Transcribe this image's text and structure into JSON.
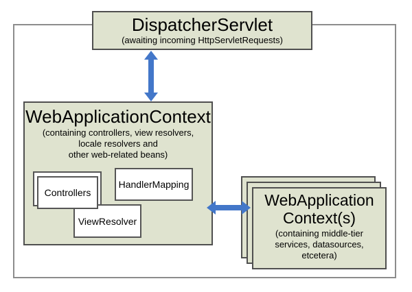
{
  "diagram": {
    "dispatcher_servlet": {
      "title": "DispatcherServlet",
      "subtitle": "(awaiting incoming HttpServletRequests)"
    },
    "web_application_context": {
      "title": "WebApplicationContext",
      "subtitle": "(containing controllers, view resolvers,\nlocale resolvers and\nother web-related beans)",
      "beans": {
        "controllers": "Controllers",
        "handler_mapping": "HandlerMapping",
        "view_resolver": "ViewResolver"
      }
    },
    "web_application_contexts": {
      "title": "WebApplication\nContext(s)",
      "subtitle": "(containing middle-tier\nservices, datasources,\netcetera)"
    },
    "colors": {
      "box_fill": "#dfe3cf",
      "box_border": "#4f4f4f",
      "frame_border": "#8c8c8c",
      "arrow_blue": "#4377c9"
    }
  }
}
